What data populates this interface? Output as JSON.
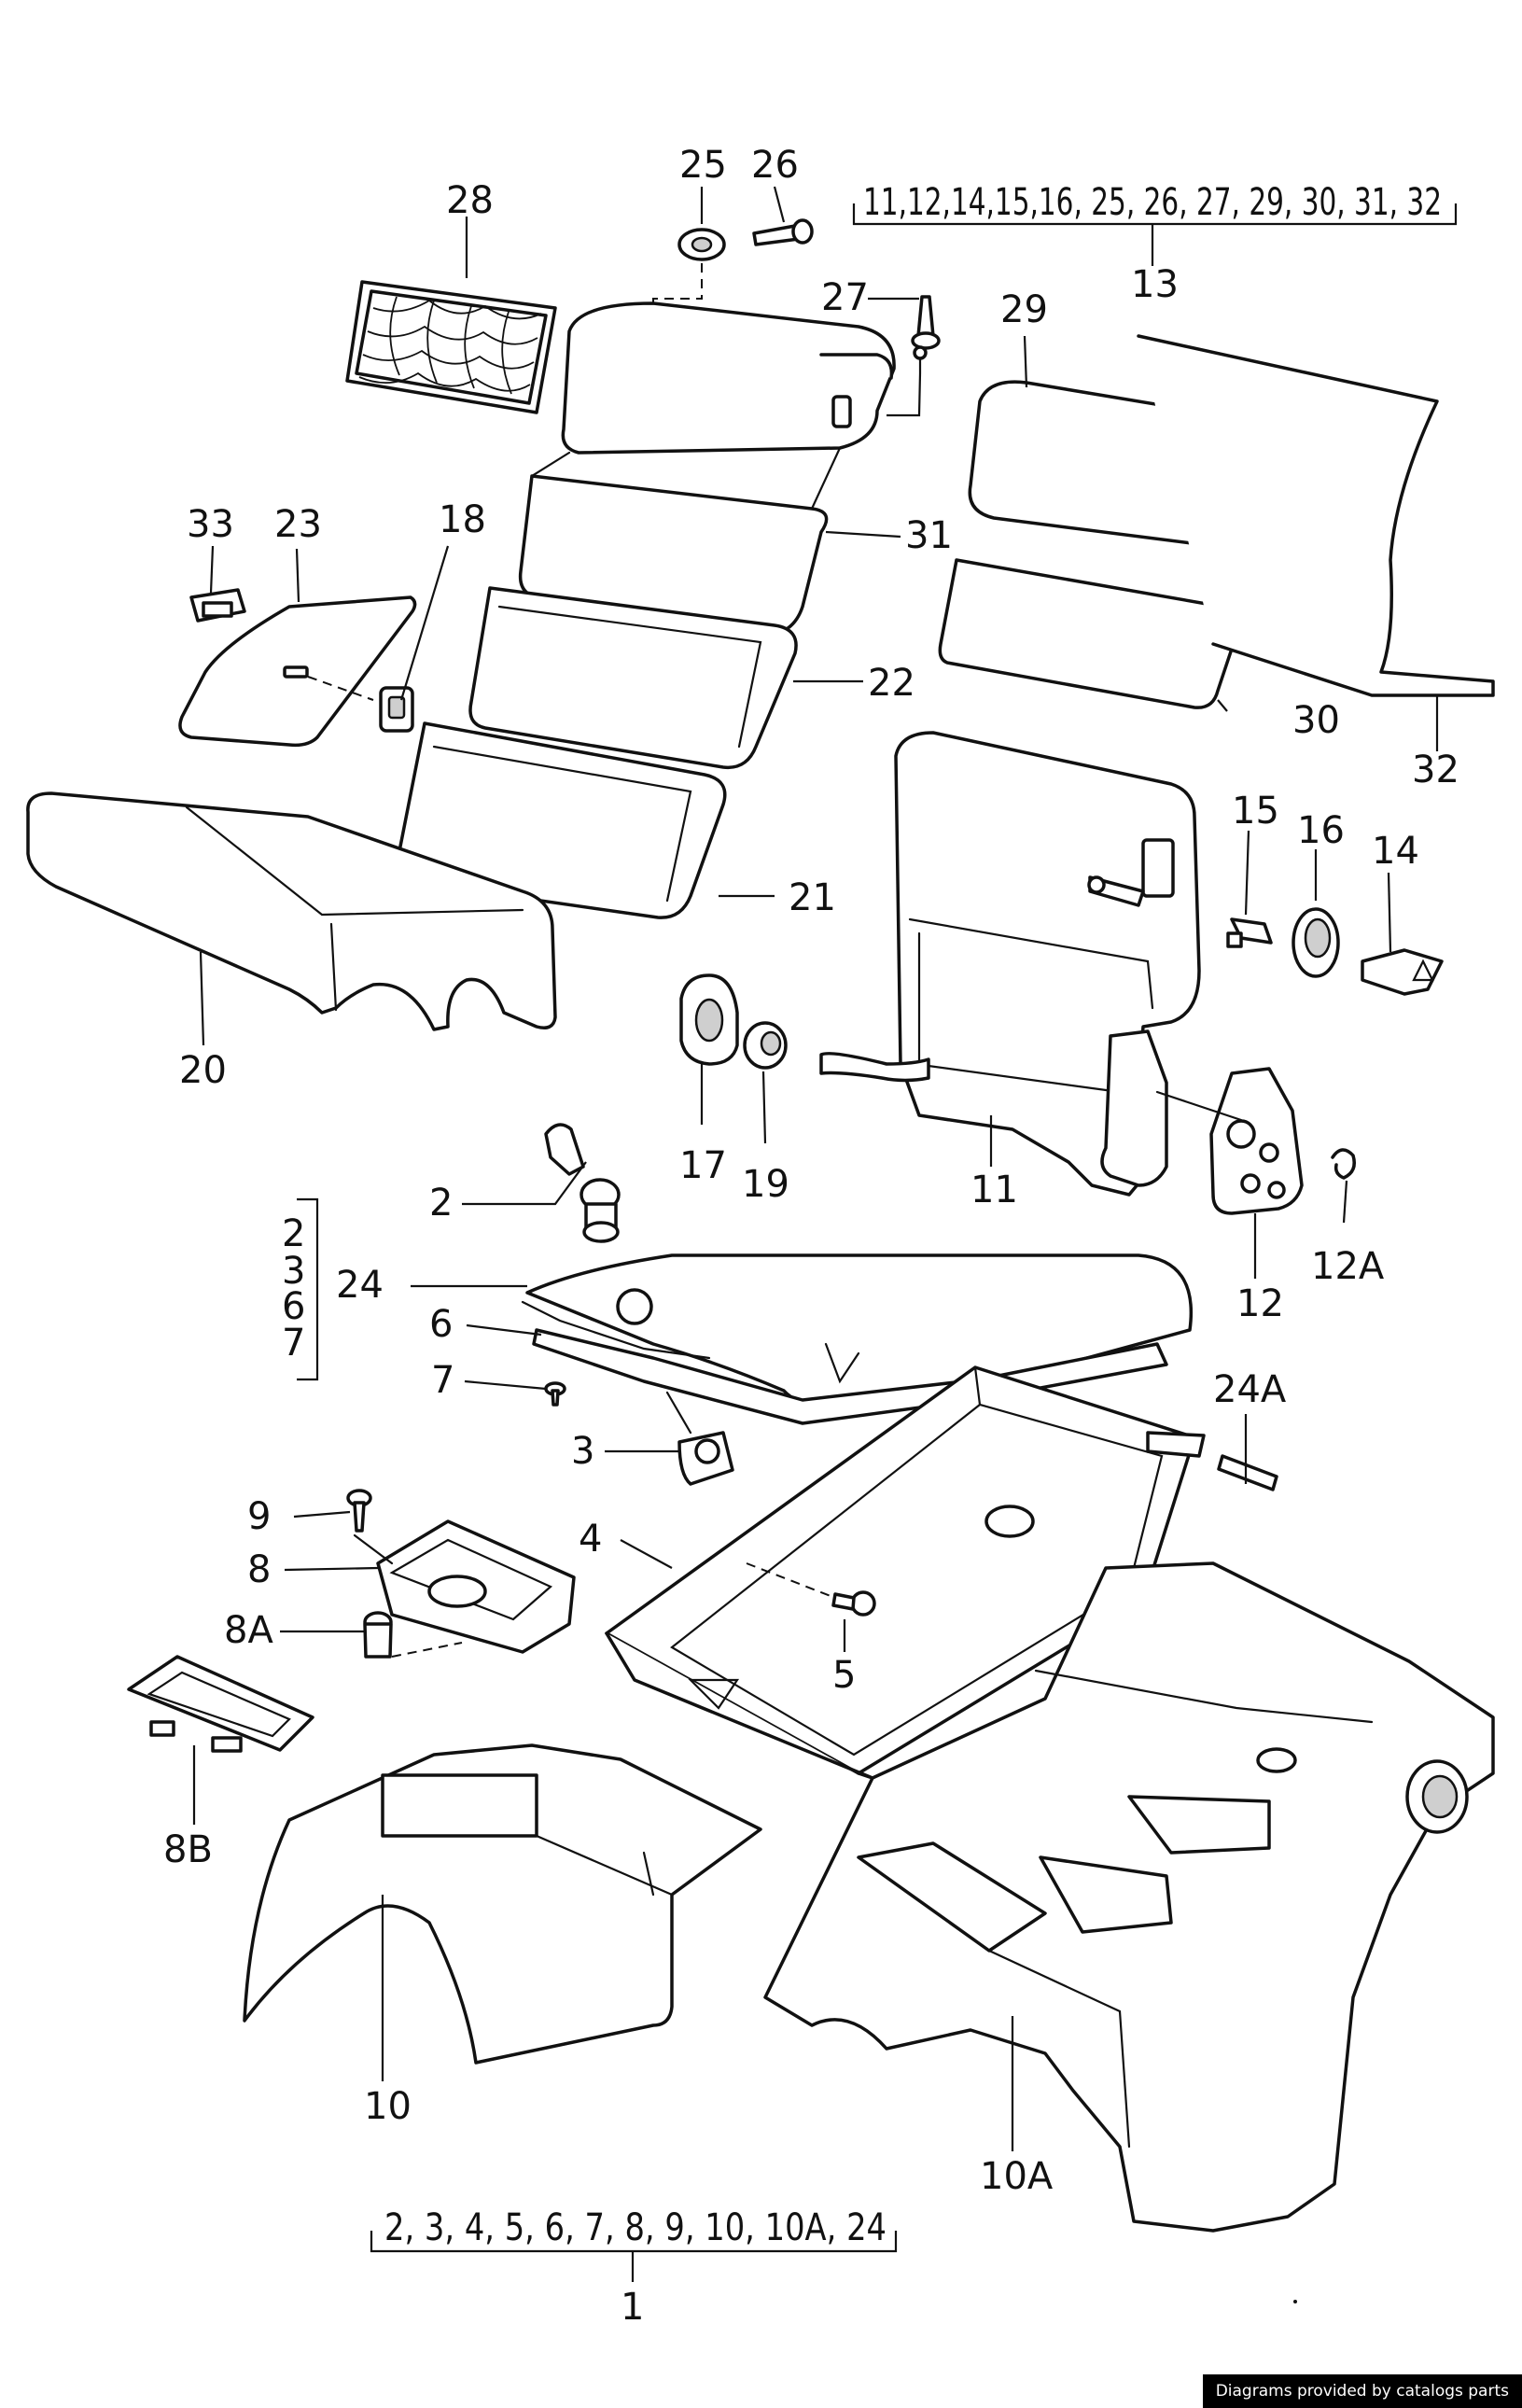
{
  "labels": {
    "l1": "1",
    "l2": "2",
    "l3": "3",
    "l4": "4",
    "l5": "5",
    "l6": "6",
    "l7": "7",
    "l8": "8",
    "l8a": "8A",
    "l8b": "8B",
    "l9": "9",
    "l10": "10",
    "l10a": "10A",
    "l11": "11",
    "l12": "12",
    "l12a": "12A",
    "l13": "13",
    "l14": "14",
    "l15": "15",
    "l16": "16",
    "l17": "17",
    "l18": "18",
    "l19": "19",
    "l20": "20",
    "l21": "21",
    "l22": "22",
    "l23": "23",
    "l24": "24",
    "l24a": "24A",
    "l25": "25",
    "l26": "26",
    "l27": "27",
    "l28": "28",
    "l29": "29",
    "l30": "30",
    "l31": "31",
    "l32": "32",
    "l33": "33"
  },
  "groups": {
    "g13": "11,12,14,15,16, 25, 26, 27, 29, 30, 31, 32",
    "g1": "2, 3, 4, 5, 6, 7, 8, 9, 10, 10A, 24",
    "g24": [
      "2",
      "3",
      "6",
      "7"
    ]
  },
  "credit": "Diagrams provided by catalogs parts"
}
